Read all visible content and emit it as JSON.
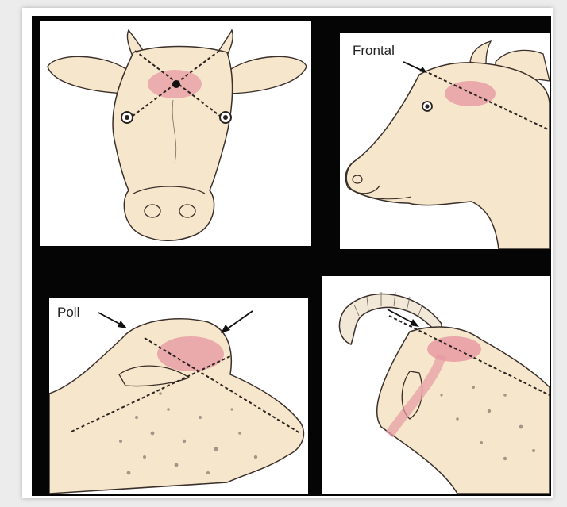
{
  "figure": {
    "labels": {
      "frontal": "Frontal",
      "poll": "Poll"
    },
    "colors": {
      "skin": "#f6e6cb",
      "outline": "#3a2f2a",
      "brain": "#e79aa3",
      "background": "#050505",
      "panel": "#ffffff"
    },
    "icons": [
      "cow-front-head",
      "cow-side-head",
      "sheep-side-head",
      "goat-side-head",
      "arrow-icon"
    ]
  }
}
